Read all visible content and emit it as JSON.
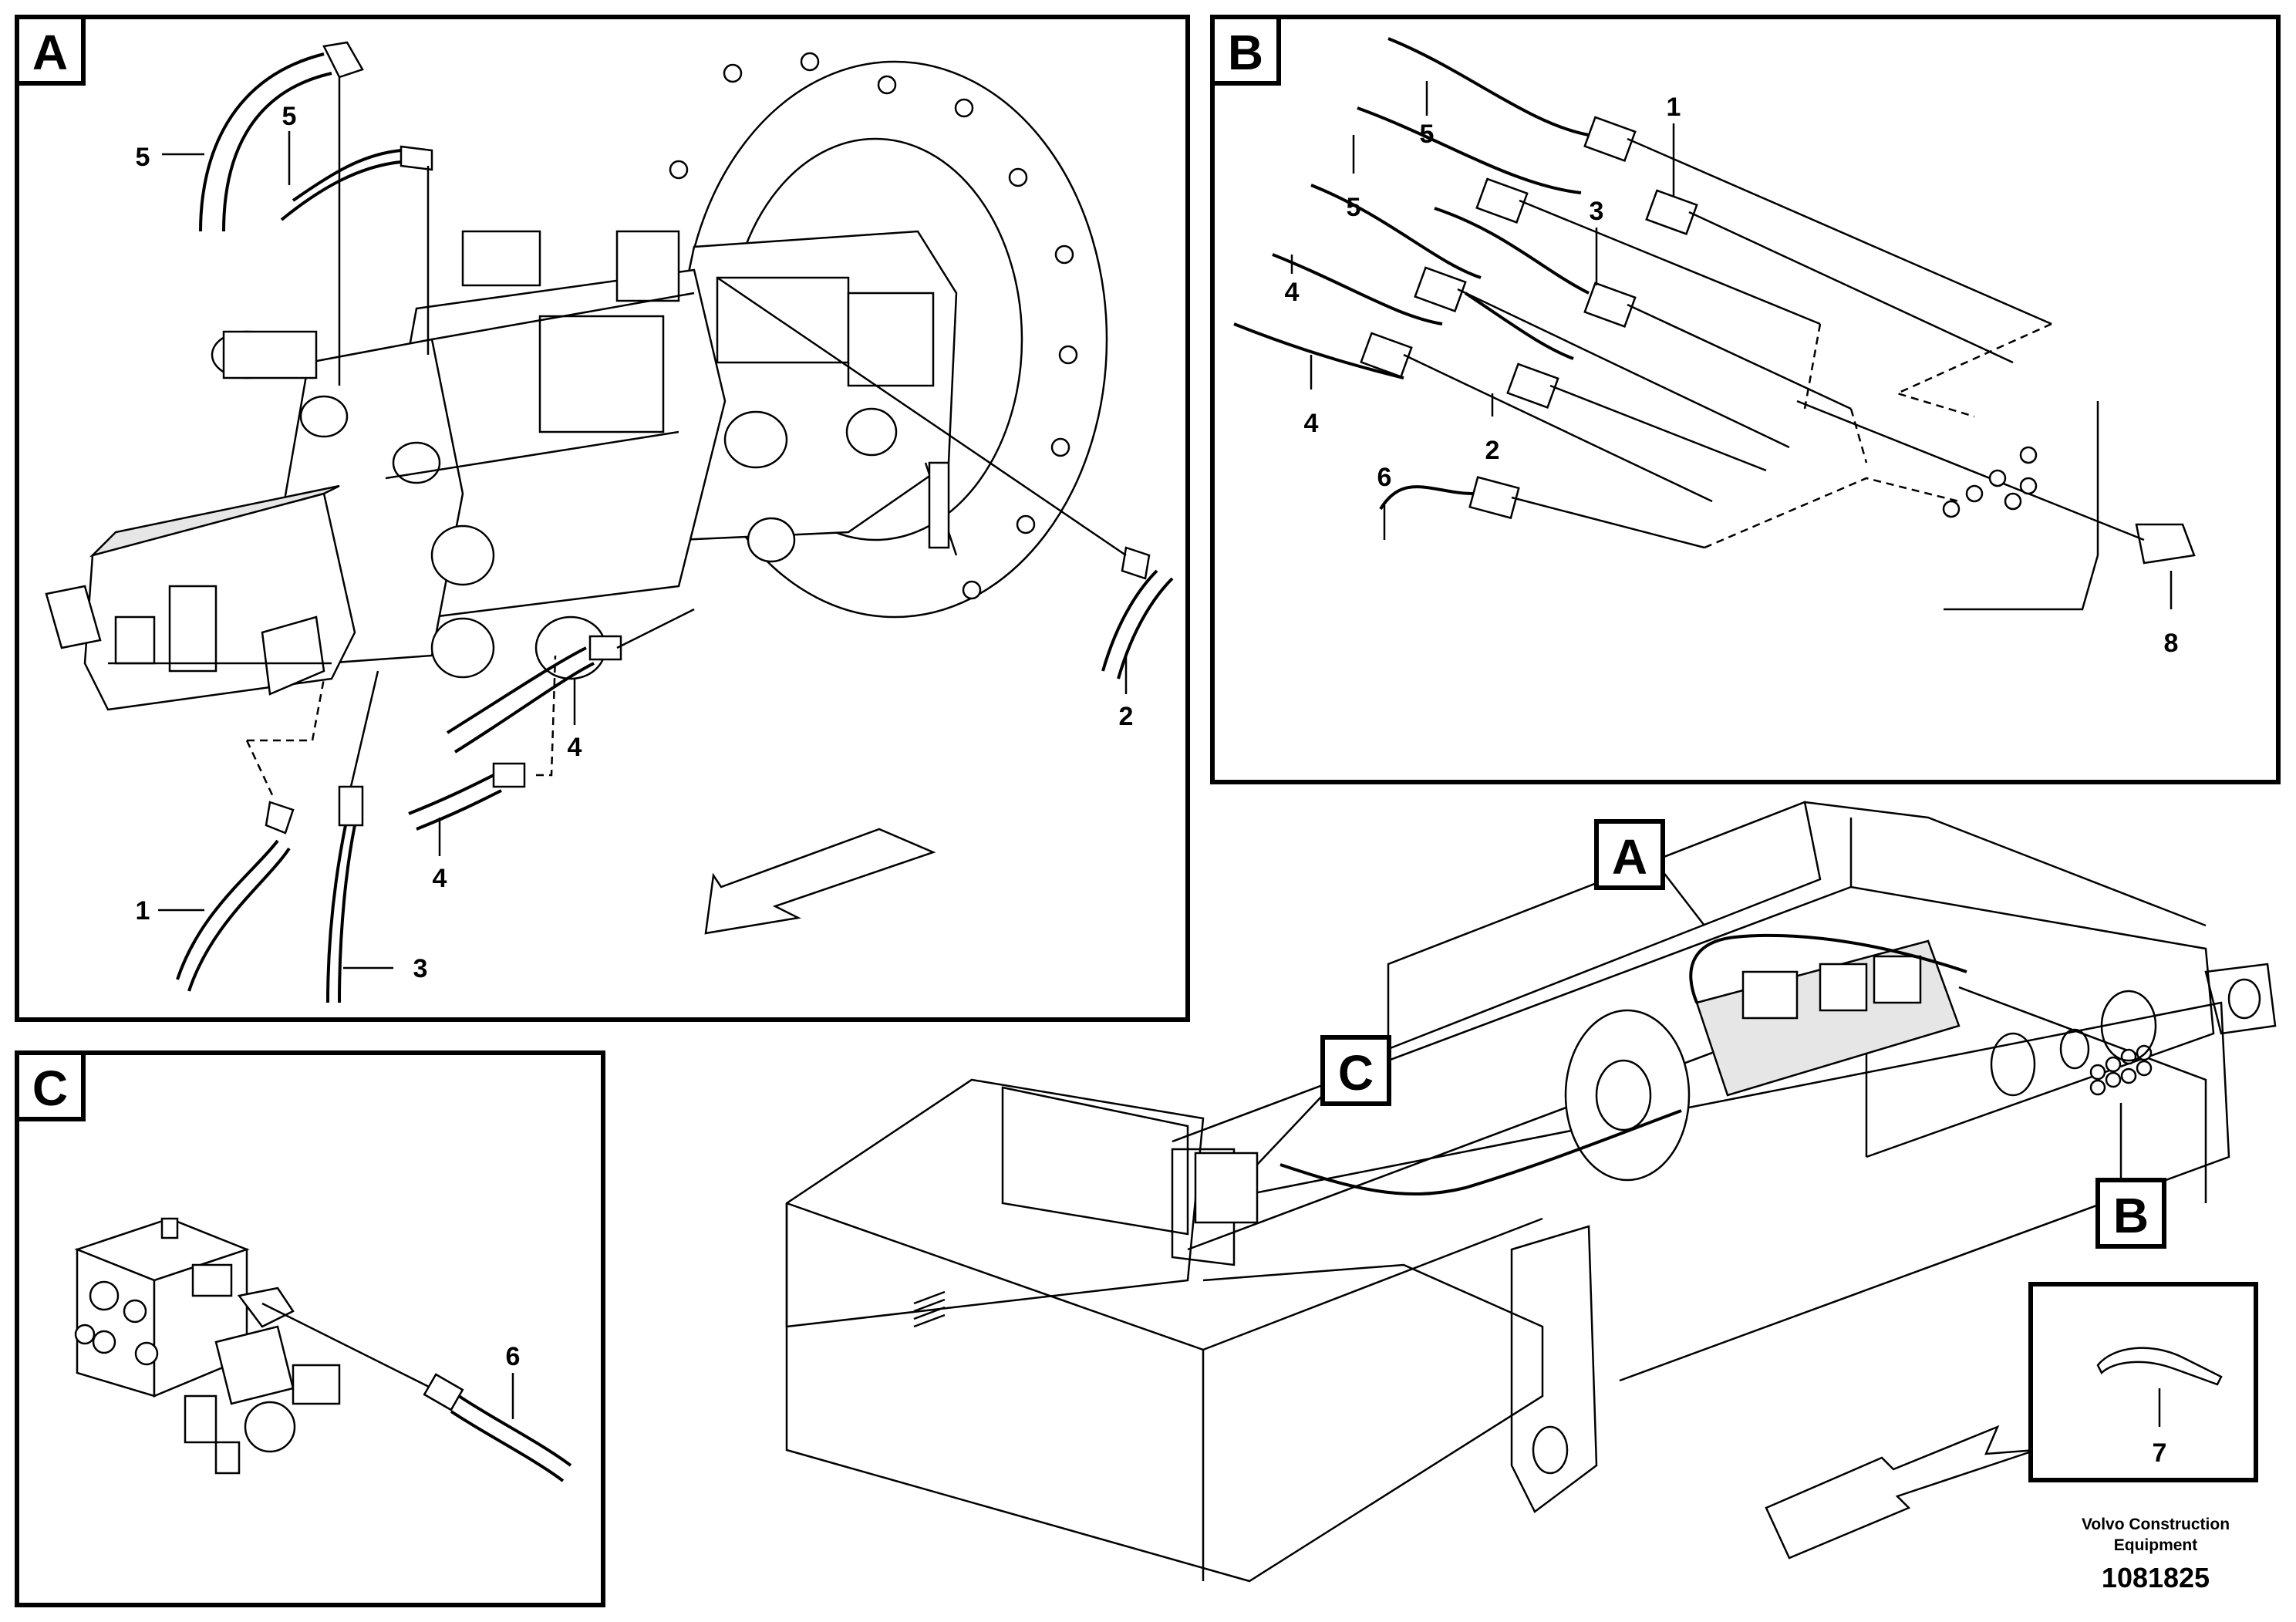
{
  "panels": {
    "A": {
      "tag": "A",
      "callouts": [
        "5",
        "5",
        "1",
        "3",
        "4",
        "4",
        "2"
      ]
    },
    "B": {
      "tag": "B",
      "callouts": [
        "5",
        "5",
        "1",
        "3",
        "4",
        "4",
        "2",
        "6",
        "8"
      ]
    },
    "C": {
      "tag": "C",
      "callouts": [
        "6"
      ]
    },
    "item7": {
      "callout": "7"
    }
  },
  "machine_tags": [
    "A",
    "B",
    "C"
  ],
  "footer": {
    "company_line1": "Volvo Construction",
    "company_line2": "Equipment",
    "drawing_number": "1081825"
  }
}
